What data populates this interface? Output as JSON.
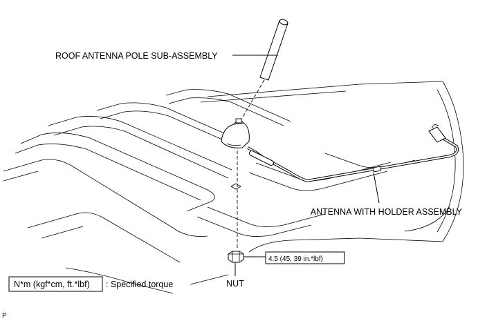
{
  "labels": {
    "pole": "ROOF ANTENNA POLE SUB-ASSEMBLY",
    "holder": "ANTENNA WITH HOLDER ASSEMBLY",
    "nut": "NUT",
    "torque_value": "4.5 (45, 39 in.*lbf)",
    "legend_box": "N*m (kgf*cm, ft.*lbf)",
    "legend_text": ": Specified torque",
    "corner_code": "P"
  }
}
